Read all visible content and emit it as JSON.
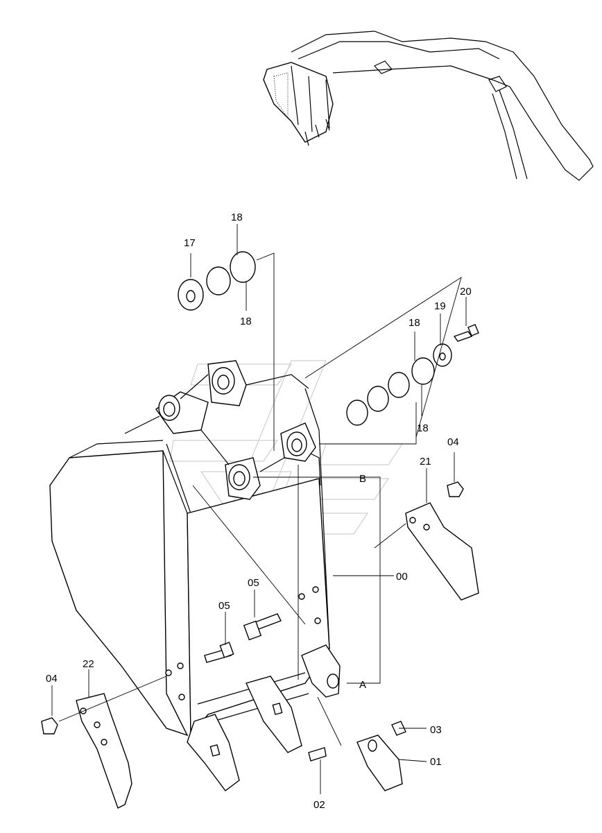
{
  "diagram": {
    "callouts": [
      {
        "id": "c17",
        "text": "17"
      },
      {
        "id": "c18a",
        "text": "18"
      },
      {
        "id": "c18b",
        "text": "18"
      },
      {
        "id": "c18c",
        "text": "18"
      },
      {
        "id": "c18d",
        "text": "18"
      },
      {
        "id": "c19",
        "text": "19"
      },
      {
        "id": "c20",
        "text": "20"
      },
      {
        "id": "c04a",
        "text": "04"
      },
      {
        "id": "c21",
        "text": "21"
      },
      {
        "id": "cB",
        "text": "B"
      },
      {
        "id": "c00",
        "text": "00"
      },
      {
        "id": "c05a",
        "text": "05"
      },
      {
        "id": "c05b",
        "text": "05"
      },
      {
        "id": "c22",
        "text": "22"
      },
      {
        "id": "c04b",
        "text": "04"
      },
      {
        "id": "cA",
        "text": "A"
      },
      {
        "id": "c03",
        "text": "03"
      },
      {
        "id": "c01",
        "text": "01"
      },
      {
        "id": "c02",
        "text": "02"
      }
    ]
  },
  "colors": {
    "ink": "#000000",
    "watermark": "#cfcfcf",
    "paper": "#ffffff"
  }
}
